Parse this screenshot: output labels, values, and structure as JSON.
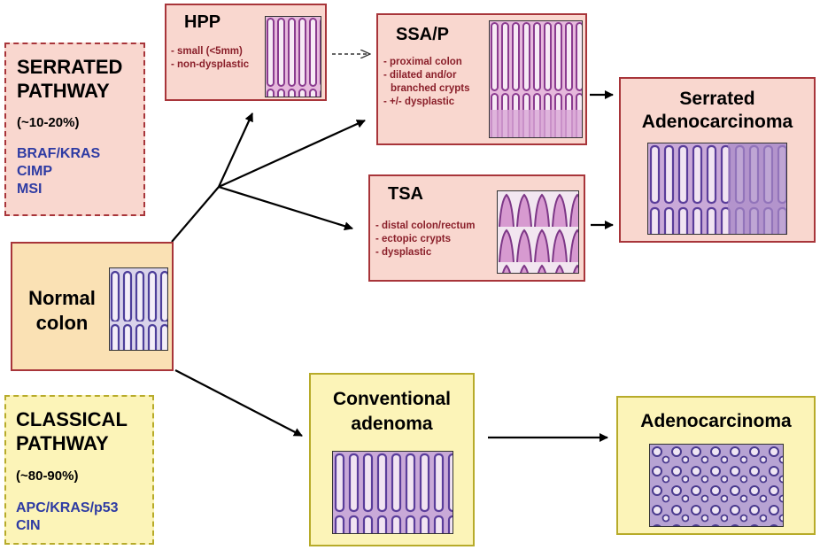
{
  "serrated": {
    "title_line1": "SERRATED",
    "title_line2": "PATHWAY",
    "percent": "(~10-20%)",
    "genes": [
      "BRAF/KRAS",
      "CIMP",
      "MSI"
    ]
  },
  "classical": {
    "title_line1": "CLASSICAL",
    "title_line2": "PATHWAY",
    "percent": "(~80-90%)",
    "genes": [
      "APC/KRAS/p53",
      "CIN"
    ]
  },
  "normal": {
    "line1": "Normal",
    "line2": "colon"
  },
  "hpp": {
    "title": "HPP",
    "bullets": [
      "- small (<5mm)",
      "- non-dysplastic"
    ]
  },
  "ssap": {
    "title": "SSA/P",
    "bullets": [
      "- proximal colon",
      "- dilated and/or",
      "branched crypts",
      "- +/- dysplastic"
    ]
  },
  "tsa": {
    "title": "TSA",
    "bullets": [
      "- distal colon/rectum",
      "- ectopic crypts",
      "- dysplastic"
    ]
  },
  "serrated_adeno": {
    "line1": "Serrated",
    "line2": "Adenocarcinoma"
  },
  "conventional": {
    "line1": "Conventional",
    "line2": "adenoma"
  },
  "adeno": {
    "title": "Adenocarcinoma"
  },
  "colors": {
    "pink_fill": "#f9d7cf",
    "pink_border": "#a8353a",
    "yellow_fill": "#fcf4b8",
    "yellow_border": "#b7ab2a",
    "gene_text": "#2e3ba3",
    "bullet_text": "#8a1f2a"
  }
}
